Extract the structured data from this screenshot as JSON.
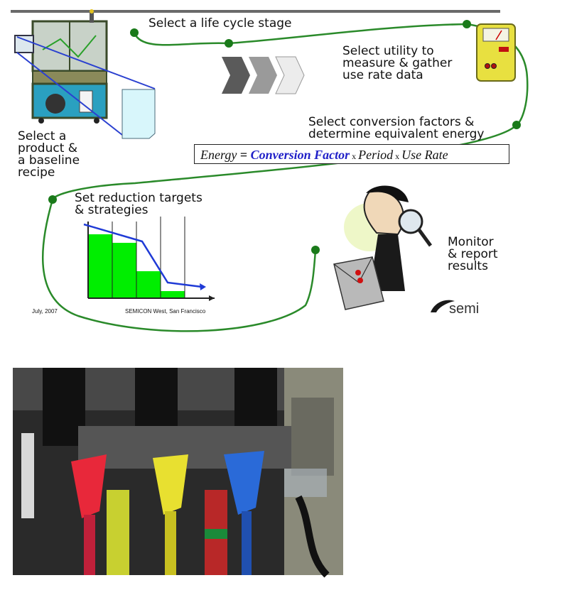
{
  "slide": {
    "steps": {
      "select_stage": "Select a life cycle stage",
      "select_utility": "Select utility to\nmeasure & gather\nuse rate data",
      "select_product": "Select a\nproduct &\na baseline\nrecipe",
      "conversion": "Select conversion factors &\ndetermine equivalent energy",
      "reduction": "Set reduction targets\n& strategies",
      "monitor": "Monitor\n& report\nresults"
    },
    "formula": {
      "energy": "Energy",
      "equals": " = ",
      "factor": "Conversion Factor",
      "times1": " x ",
      "period": "Period",
      "times2": " x ",
      "use_rate": "Use Rate"
    },
    "footer": {
      "date": "July, 2007",
      "event": "SEMICON West, San Francisco"
    },
    "logo": "semi",
    "colors": {
      "path": "#2a8a2a",
      "node": "#1a7a1a",
      "bar": "#00ee00",
      "trend": "#1f3ad6",
      "formula_accent": "#2020c8"
    }
  },
  "chart_data": {
    "type": "bar",
    "values": [
      0.9,
      0.78,
      0.38,
      0.1
    ],
    "title": "",
    "xlabel": "",
    "ylabel": ""
  }
}
